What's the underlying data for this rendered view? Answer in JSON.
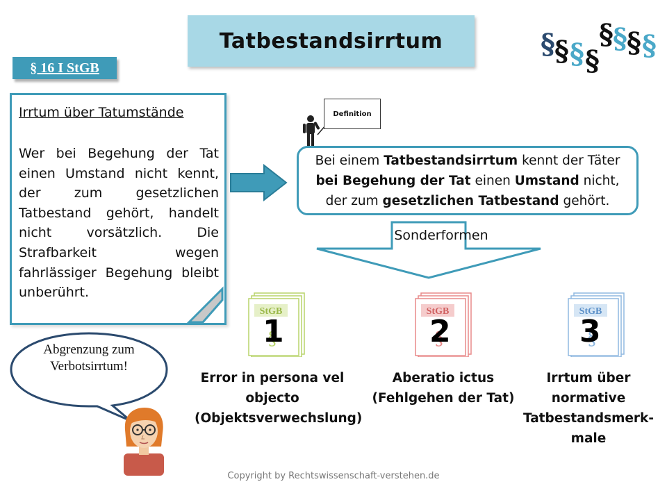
{
  "title": "Tatbestandsirrtum",
  "paragraph_sign": "§",
  "law_badge": "§ 16 I StGB",
  "law_text": {
    "heading": "Irrtum über Tatumstände",
    "body": "Wer bei Begehung der Tat einen Umstand nicht kennt, der zum gesetzlichen Tatbestand gehört, handelt nicht vorsätzlich. Die Strafbarkeit wegen fahrlässiger Begehung bleibt unberührt."
  },
  "definition_sign": "Definition",
  "definition": {
    "t1": "Bei einem ",
    "b1": "Tatbestandsirrtum",
    "t2": " kennt der Täter",
    "b2": "bei Begehung der Tat",
    "t3": " einen ",
    "b3": "Umstand",
    "t4": " nicht,",
    "t5": "der zum ",
    "b4": "gesetzlichen Tatbestand",
    "t6": " gehört."
  },
  "sonderformen": "Sonderformen",
  "book_label": "StGB",
  "items": [
    {
      "number": "1",
      "caption": "Error in persona vel objecto (Objektsverwechslung)",
      "color": "#b8d46a"
    },
    {
      "number": "2",
      "caption": "Aberatio ictus (Fehlgehen der Tat)",
      "color": "#e88a8a"
    },
    {
      "number": "3",
      "caption": "Irrtum über normative Tatbestandsmerk-male",
      "color": "#8fb8e0"
    }
  ],
  "speech_bubble": "Abgrenzung zum Verbotsirrtum!",
  "copyright": "Copyright by Rechtswissenschaft-verstehen.de",
  "colors": {
    "accent": "#3f9bb8",
    "title_bg": "#a8d8e6",
    "para_dark": "#2b4a6e",
    "para_light": "#4aa8c8"
  }
}
